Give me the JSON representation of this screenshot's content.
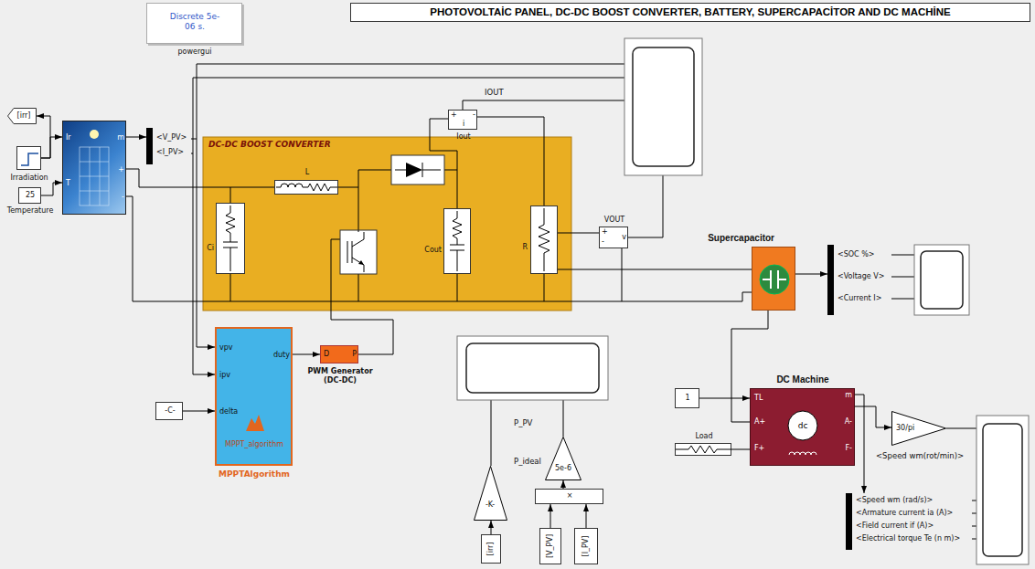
{
  "diagram": {
    "title": "PHOTOVOLTAİC PANEL, DC-DC BOOST CONVERTER, BATTERY, SUPERCAPACİTOR AND DC MACHİNE",
    "nodes": [
      {
        "text": [
          "Discrete 5e-06 s.",
          "powergui"
        ]
      },
      {
        "text": [
          "[irr]"
        ]
      },
      {
        "text": [
          "Irradiation"
        ]
      },
      {
        "text": [
          "25",
          "Temperature"
        ]
      },
      {
        "text": [
          "Ir",
          "T",
          "m",
          "+",
          "-"
        ]
      },
      {
        "text": [
          "<V_PV>",
          "<I_PV>"
        ]
      },
      {
        "text": [
          "+",
          "-",
          "i",
          "Iout"
        ]
      },
      {
        "text": [
          "DC-DC BOOST CONVERTER"
        ]
      },
      {
        "text": [
          "L"
        ],
        "in": 7
      },
      {
        "text": [
          "Ci"
        ],
        "in": 7
      },
      {
        "text": [
          "Cout"
        ],
        "in": 7
      },
      {
        "text": [
          "R"
        ],
        "in": 7
      },
      {
        "text": [
          "+",
          "-",
          "v",
          "VOUT"
        ]
      },
      {
        "text": [
          "Supercapacitor"
        ]
      },
      {
        "text": [
          "<SOC %>",
          "<Voltage V>",
          "<Current I>"
        ]
      },
      {
        "text": [
          "vpv",
          "ipv",
          "delta",
          "duty",
          "MPPT_algorithm",
          "MPPTAlgorithm"
        ]
      },
      {
        "text": [
          "-C-"
        ]
      },
      {
        "text": [
          "D",
          "P",
          "PWM Generator (DC-DC)"
        ]
      },
      {
        "text": [
          "1"
        ]
      },
      {
        "text": [
          "Load"
        ]
      },
      {
        "text": [
          "DC Machine",
          "TL",
          "m",
          "A+",
          "A-",
          "F+",
          "F-",
          "dc"
        ]
      },
      {
        "text": [
          "30/pi"
        ]
      },
      {
        "text": [
          "<Speed wm (rad/s)>",
          "<Armature current ia (A)>",
          "<Field current if (A)>",
          "<Electrical torque Te (n m)>"
        ]
      },
      {
        "text": [
          "-K-"
        ]
      },
      {
        "text": [
          "5e-6"
        ]
      },
      {
        "text": [
          "×"
        ]
      },
      {
        "text": [
          "[irr]"
        ]
      },
      {
        "text": [
          "[V_PV]"
        ]
      },
      {
        "text": [
          "[I_PV]"
        ]
      }
    ],
    "edges": [
      {
        "from": 2,
        "to": 1,
        "arrow": "to"
      },
      {
        "from": 2,
        "to": 4,
        "arrow": "to"
      },
      {
        "from": 3,
        "to": 4,
        "arrow": "to"
      },
      {
        "from": 4,
        "to": 5,
        "arrow": "to"
      },
      {
        "from": 5,
        "to": 15,
        "arrow": "to"
      },
      {
        "from": 5,
        "to": 15,
        "arrow": "to"
      },
      {
        "from": 16,
        "to": 15,
        "arrow": "to"
      },
      {
        "from": 15,
        "to": 17,
        "arrow": "to"
      },
      {
        "from": 4,
        "to": 8,
        "arrow": "none"
      },
      {
        "from": 4,
        "to": 9,
        "arrow": "none"
      },
      {
        "from": 6,
        "to": 11,
        "arrow": "none"
      },
      {
        "from": 11,
        "to": 12,
        "arrow": "none"
      },
      {
        "from": 11,
        "to": 13,
        "arrow": "none"
      },
      {
        "from": 13,
        "to": 14,
        "arrow": "to"
      },
      {
        "from": 13,
        "to": 20,
        "arrow": "none"
      },
      {
        "from": 18,
        "to": 20,
        "arrow": "to"
      },
      {
        "from": 19,
        "to": 20,
        "arrow": "none"
      },
      {
        "from": 20,
        "to": 22,
        "arrow": "to"
      },
      {
        "from": 20,
        "to": 21,
        "arrow": "to"
      },
      {
        "from": 26,
        "to": 23,
        "arrow": "to"
      },
      {
        "from": 27,
        "to": 25,
        "arrow": "to"
      },
      {
        "from": 28,
        "to": 25,
        "arrow": "to"
      },
      {
        "from": 25,
        "to": 24,
        "arrow": "to"
      }
    ],
    "labels": [
      "IOUT",
      "<Speed wm(rot/min)>",
      "P_ideal",
      "P_PV"
    ]
  }
}
